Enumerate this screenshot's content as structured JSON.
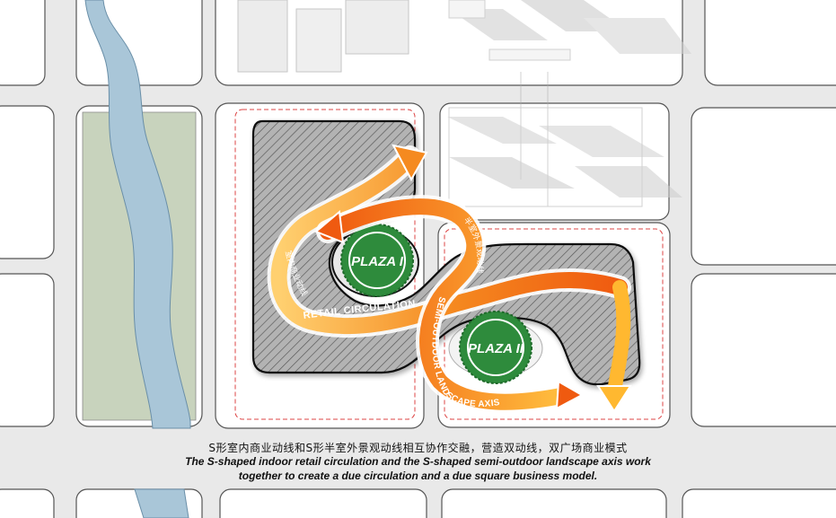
{
  "plazas": [
    {
      "label": "PLAZA I"
    },
    {
      "label": "PLAZA II"
    }
  ],
  "paths": {
    "retail_en": "RETAIL CIRCULATION",
    "retail_cn": "室内商业动线",
    "landscape_en": "SEMI-OUTDOOR LANDSCAPE AXIS",
    "landscape_cn": "半室外景观动线"
  },
  "caption": {
    "cn": "S形室内商业动线和S形半室外景观动线相互协作交融，营造双动线，双广场商业模式",
    "en_line1": "The S-shaped indoor retail circulation and the S-shaped semi-outdoor landscape axis work",
    "en_line2": "together to create a due circulation and a due square business model."
  },
  "colors": {
    "ground": "#e9e9e9",
    "block": "#ffffff",
    "river": "#a9c6d8",
    "park": "#c4d0b9",
    "building_hatch": "#9a9a9a",
    "plaza_green": "#2e8b3c",
    "arrow_orange": "#f07a10",
    "arrow_yellow": "#ffc030"
  }
}
